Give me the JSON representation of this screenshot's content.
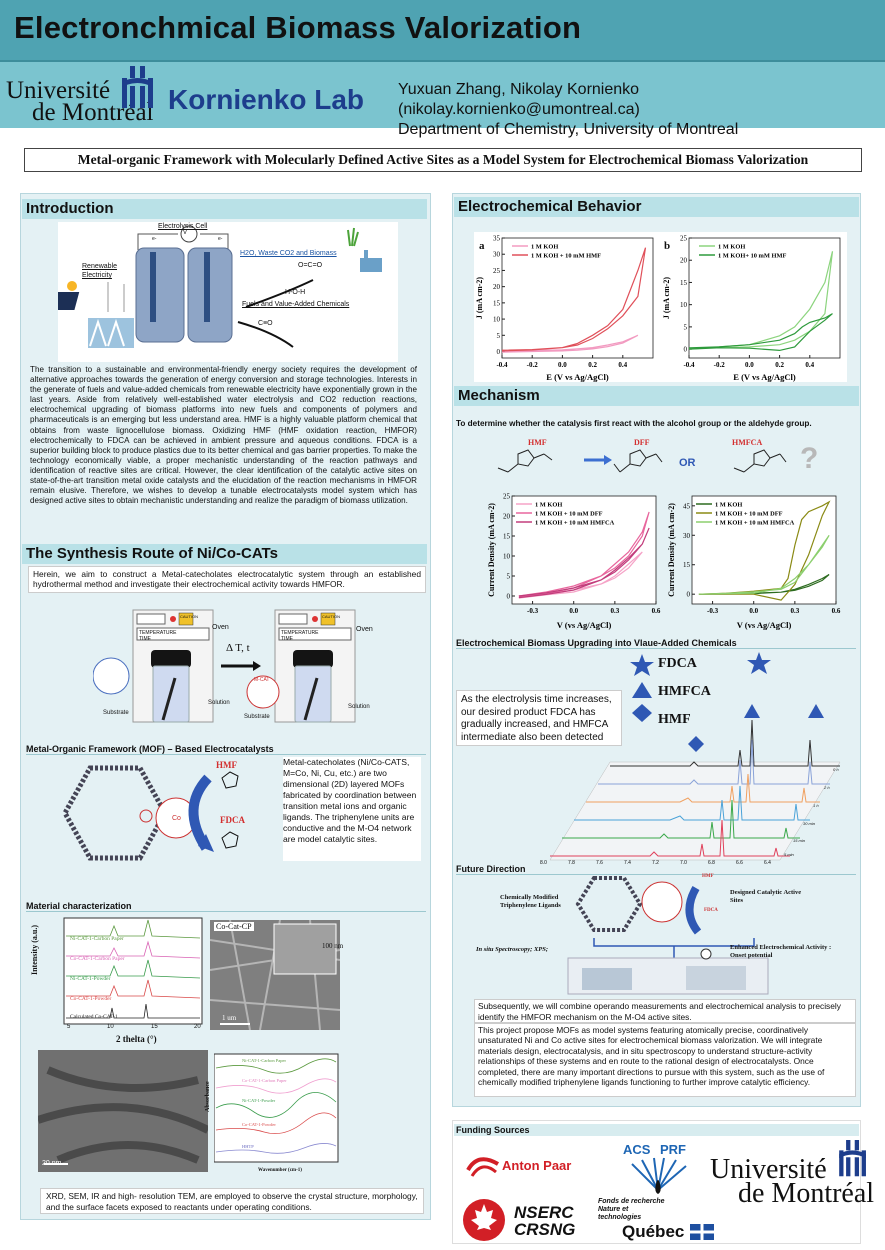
{
  "header": {
    "title": "Electronchmical Biomass Valorization",
    "university_line1": "Université",
    "university_line2": "de Montréal",
    "lab_name": "Kornienko Lab",
    "authors_line1": "Yuxuan Zhang, Nikolay Kornienko (nikolay.kornienko@umontreal.ca)",
    "authors_line2": "Department of Chemistry, University of Montreal"
  },
  "subtitle": "Metal-organic Framework with Molecularly Defined Active Sites as a Model System for Electrochemical Biomass Valorization",
  "introduction": {
    "heading": "Introduction",
    "diagram": {
      "electrolysis_cell": "Electrolysis Cell",
      "renewable_electricity": "Renewable Electricity",
      "inputs": "H2O, Waste CO2 and Biomass",
      "outputs": "Fuels and Value-Added Chemicals",
      "voltmeter": "V",
      "electron_left": "e-",
      "electron_right": "e-",
      "o_c_o": "O=C=O",
      "water": "H-O-H",
      "co": "C≡O"
    },
    "paragraph": "The transition to a sustainable and environmental-friendly energy society requires the development of alternative approaches towards the generation of energy conversion and storage technologies. Interests in the generate of fuels and value-added chemicals from renewable electricity have exponentially grown in the last years. Aside from relatively well-established water electrolysis and CO2 reduction reactions, electrochemical upgrading of biomass platforms into new fuels and components of polymers and pharmaceuticals is an emerging but less understand area. HMF is a highly valuable platform chemical that obtains from waste lignocellulose biomass. Oxidizing HMF (HMF oxidation reaction, HMFOR) electrochemically to FDCA can be achieved in ambient pressure and aqueous conditions. FDCA is a superior building block to produce plastics due to its better chemical and gas barrier properties. To make the technology economically viable, a proper mechanistic understanding of the reaction pathways and identification of reactive sites are critical. However, the clear identification of the catalytic active sites on state-of-the-art transition metal oxide catalysts and the elucidation of the reaction mechanisms in HMFOR remain elusive. Therefore, we wishes to develop a tunable electrocatalysts model system which has designed active sites to obtain mechanistic understanding and realize the paradigm of biomass utilization."
  },
  "synthesis": {
    "heading": "The Synthesis Route of Ni/Co-CATs",
    "intro": "Herein, we aim to construct a Metal-catecholates electrocatalytic system through an established hydrothermal method and investigate their electrochemical activity towards HMFOR.",
    "oven": "Oven",
    "caution": "CAUTION",
    "temperature": "TEMPERATURE",
    "time": "TIME",
    "solution": "Solution",
    "substrate": "Substrate",
    "arrow_label": "Δ T, t",
    "mcat": "M-CAT"
  },
  "mof": {
    "heading": "Metal-Organic Framework (MOF) – Based Electrocatalysts",
    "hmf": "HMF",
    "fdca": "FDCA",
    "co_label": "Co",
    "text": "Metal-catecholates (Ni/Co-CATS, M=Co, Ni, Cu, etc.) are two dimensional (2D) layered MOFs fabricated by coordination between transition metal ions and organic ligands. The triphenylene units are conductive and the M-O4 network are model catalytic sites."
  },
  "material": {
    "heading": "Material characterization",
    "xrd_ylabel": "Intensity (a.u.)",
    "xrd_xlabel": "2 thelta (°)",
    "xrd_series": [
      "Ni-CAT-1-Carbon Paper",
      "Co-CAT-1-Carbon Paper",
      "Ni-CAT-1-Powder",
      "Co-CAT-1-Powder",
      "Calculated Co-CAT-1"
    ],
    "xrd_ticks": [
      "5",
      "10",
      "15",
      "20"
    ],
    "sem_label": "Co-Cat-CP",
    "sem_scale": "1 um",
    "sem_inset_scale": "100 nm",
    "tem_scale": "20 nm",
    "ir_ylabel": "Absorbance",
    "ir_xlabel": "Wavenumber (cm-1)",
    "ir_series": [
      "Ni-CAT-1-Carbon Paper",
      "Co-CAT-1-Carbon Paper",
      "Ni-CAT-1-Powder",
      "Co-CAT-1-Powder",
      "HHTP"
    ],
    "caption": "XRD, SEM, IR and high- resolution TEM, are employed to observe the crystal structure, morphology, and the surface facets exposed to reactants under operating conditions."
  },
  "electrochem": {
    "heading": "Electrochemical Behavior",
    "panel_a": "a",
    "panel_b": "b",
    "ylabel": "J (mA cm-2)",
    "xlabel": "E (V vs Ag/AgCl)",
    "legend_a": [
      "1 M KOH",
      "1 M KOH + 10 mM HMF"
    ],
    "legend_b": [
      "1 M KOH",
      "1 M KOH+ 10 mM HMF"
    ]
  },
  "mechanism": {
    "heading": "Mechanism",
    "question": "To determine whether the catalysis first react with the alcohol group or the aldehyde group.",
    "hmf": "HMF",
    "dff": "DFF",
    "or": "OR",
    "hmfca": "HMFCA",
    "qmark": "?",
    "ylabel": "Current Density (mA cm-2)",
    "xlabel": "V (vs Ag/AgCl)",
    "legend_left": [
      "1 M KOH",
      "1 M KOH + 10 mM DFF",
      "1 M KOH + 10 mM HMFCA"
    ],
    "legend_right": [
      "1 M KOH",
      "1 M KOH + 10 mM DFF",
      "1 M KOH + 10 mM HMFCA"
    ]
  },
  "upgrading": {
    "heading": "Electrochemical Biomass Upgrading into Vlaue-Added Chemicals",
    "legend": [
      "FDCA",
      "HMFCA",
      "HMF"
    ],
    "text": "As the electrolysis time increases, our desired product FDCA has gradually increased, and HMFCA intermediate also been detected",
    "time_labels": [
      "0 h",
      "2 h",
      "1 h",
      "30 min",
      "15 min",
      "5 min"
    ],
    "x_ticks": [
      "8.0",
      "7.8",
      "7.6",
      "7.4",
      "7.2",
      "7.0",
      "6.8",
      "6.6",
      "6.4"
    ]
  },
  "future": {
    "heading": "Future Direction",
    "ligands": "Chemically Modified Triphenylene Ligands",
    "active_sites": "Designed Catalytic Active Sites",
    "spectroscopy": "In situ Spectroscopy; XPS;",
    "enhanced": "Enhanced Electrochemical Activity : Onset potential",
    "hmf": "HMF",
    "fdca": "FDCA",
    "text1": "Subsequently, we will combine operando measurements and electrochemical analysis to precisely identify the HMFOR mechanism on the M-O4 active sites.",
    "text2": "This project propose MOFs as model systems featuring atomically precise, coordinatively unsaturated Ni and Co active sites for electrochemical biomass valorization. We will integrate materials design, electrocatalysis, and in situ spectroscopy to understand structure-activity relationships of these systems and en route to the rational design of electrocatalysts. Once completed, there are many important directions to pursue with this system, such as the use of chemically modified triphenylene ligands functioning to further improve catalytic efficiency."
  },
  "funding": {
    "heading": "Funding Sources",
    "anton_paar": "Anton Paar",
    "acs": "ACS",
    "prf": "PRF",
    "udem1": "Université",
    "udem2": "de Montréal",
    "nserc": "NSERC",
    "crsng": "CRSNG",
    "frq1": "Fonds de recherche",
    "frq2": "Nature et",
    "frq3": "technologies",
    "quebec": "Québec"
  },
  "chart_data": [
    {
      "type": "line",
      "title": "a",
      "xlabel": "E (V vs Ag/AgCl)",
      "ylabel": "J (mA cm-2)",
      "xlim": [
        -0.4,
        0.6
      ],
      "ylim": [
        -2,
        35
      ],
      "x_ticks": [
        -0.4,
        -0.2,
        0.0,
        0.2,
        0.4
      ],
      "y_ticks": [
        0,
        5,
        10,
        15,
        20,
        25,
        30,
        35
      ],
      "series": [
        {
          "name": "1 M KOH",
          "color": "#f29ac0",
          "x": [
            -0.4,
            -0.2,
            0.0,
            0.1,
            0.2,
            0.3,
            0.4,
            0.5,
            0.5,
            0.4,
            0.3,
            0.2,
            0.1,
            0.0,
            -0.2,
            -0.4
          ],
          "y": [
            0.2,
            0.3,
            0.5,
            0.8,
            1.2,
            2.0,
            3.0,
            5.0,
            5.0,
            2.6,
            1.5,
            0.8,
            0.4,
            0.2,
            0.0,
            -0.2
          ]
        },
        {
          "name": "1 M KOH + 10 mM HMF",
          "color": "#e0505a",
          "x": [
            -0.4,
            -0.2,
            0.0,
            0.1,
            0.2,
            0.3,
            0.4,
            0.5,
            0.55,
            0.5,
            0.4,
            0.3,
            0.2,
            0.1,
            0.0,
            -0.2,
            -0.4
          ],
          "y": [
            0.4,
            0.6,
            1.2,
            2.0,
            4.0,
            7.0,
            11.0,
            17.0,
            32.0,
            25.0,
            13.0,
            8.0,
            5.0,
            2.5,
            1.2,
            0.5,
            0.2
          ]
        }
      ]
    },
    {
      "type": "line",
      "title": "b",
      "xlabel": "E (V vs Ag/AgCl)",
      "ylabel": "J (mA cm-2)",
      "xlim": [
        -0.4,
        0.6
      ],
      "ylim": [
        -2,
        25
      ],
      "x_ticks": [
        -0.4,
        -0.2,
        0.0,
        0.2,
        0.4
      ],
      "y_ticks": [
        0,
        5,
        10,
        15,
        20,
        25
      ],
      "series": [
        {
          "name": "1 M KOH",
          "color": "#8cd47e",
          "x": [
            -0.4,
            -0.2,
            0.0,
            0.2,
            0.3,
            0.4,
            0.5,
            0.55,
            0.5,
            0.4,
            0.3,
            0.2,
            0.0,
            -0.2,
            -0.4
          ],
          "y": [
            0.2,
            0.3,
            0.5,
            1.0,
            2.0,
            4.0,
            8.0,
            22.0,
            15.0,
            9.0,
            5.0,
            3.0,
            1.0,
            0.5,
            0.0
          ]
        },
        {
          "name": "1 M KOH+ 10 mM HMF",
          "color": "#2e9a3c",
          "x": [
            -0.4,
            -0.2,
            0.0,
            0.2,
            0.3,
            0.35,
            0.4,
            0.5,
            0.55,
            0.5,
            0.4,
            0.3,
            0.2,
            0.0,
            -0.2,
            -0.4
          ],
          "y": [
            0.3,
            0.5,
            1.0,
            2.0,
            3.5,
            5.0,
            6.0,
            7.0,
            8.0,
            6.5,
            4.0,
            0.5,
            -0.3,
            0.2,
            0.3,
            0.0
          ]
        }
      ]
    },
    {
      "type": "line",
      "title": "",
      "xlabel": "V (vs Ag/AgCl)",
      "ylabel": "Current Density (mA cm-2)",
      "xlim": [
        -0.45,
        0.6
      ],
      "ylim": [
        -2,
        25
      ],
      "x_ticks": [
        -0.3,
        0.0,
        0.3,
        0.6
      ],
      "y_ticks": [
        0,
        5,
        10,
        15,
        20,
        25
      ],
      "series": [
        {
          "name": "1 M KOH",
          "color": "#f5a3c7",
          "x": [
            -0.4,
            -0.2,
            0.0,
            0.2,
            0.3,
            0.4,
            0.5,
            0.5,
            0.4,
            0.3,
            0.2,
            0.0,
            -0.2,
            -0.4
          ],
          "y": [
            0.0,
            0.5,
            1.5,
            3.0,
            4.5,
            7.0,
            11.0,
            11.0,
            8.0,
            5.0,
            3.0,
            1.0,
            0.3,
            -0.5
          ]
        },
        {
          "name": "1 M KOH + 10 mM DFF",
          "color": "#e8669d",
          "x": [
            -0.4,
            -0.2,
            0.0,
            0.2,
            0.3,
            0.4,
            0.5,
            0.55,
            0.5,
            0.4,
            0.3,
            0.2,
            0.0,
            -0.2,
            -0.4
          ],
          "y": [
            0.0,
            1.0,
            2.5,
            5.0,
            7.0,
            10.0,
            15.0,
            21.0,
            16.0,
            11.0,
            8.0,
            5.0,
            2.0,
            0.6,
            -0.3
          ]
        },
        {
          "name": "1 M KOH + 10 mM HMFCA",
          "color": "#c23d7c",
          "x": [
            -0.4,
            -0.2,
            0.0,
            0.2,
            0.3,
            0.4,
            0.5,
            0.55,
            0.5,
            0.4,
            0.3,
            0.2,
            0.0,
            -0.2,
            -0.4
          ],
          "y": [
            0.0,
            0.8,
            2.0,
            4.0,
            6.0,
            9.0,
            13.0,
            17.0,
            13.0,
            9.5,
            6.5,
            4.0,
            1.5,
            0.4,
            -0.4
          ]
        }
      ]
    },
    {
      "type": "line",
      "title": "",
      "xlabel": "V (vs Ag/AgCl)",
      "ylabel": "Current Density (mA cm-2)",
      "xlim": [
        -0.45,
        0.6
      ],
      "ylim": [
        -5,
        50
      ],
      "x_ticks": [
        -0.3,
        0.0,
        0.3,
        0.6
      ],
      "y_ticks": [
        0,
        15,
        30,
        45
      ],
      "series": [
        {
          "name": "1 M KOH",
          "color": "#2c6b1f",
          "x": [
            -0.4,
            -0.2,
            0.0,
            0.2,
            0.3,
            0.4,
            0.5,
            0.55,
            0.5,
            0.4,
            0.3,
            0.2,
            0.0,
            -0.2,
            -0.4
          ],
          "y": [
            0.0,
            0.2,
            0.5,
            1.0,
            2.5,
            5.0,
            8.0,
            10.0,
            7.0,
            4.0,
            2.0,
            1.0,
            0.3,
            0.1,
            0.0
          ]
        },
        {
          "name": "1 M KOH + 10 mM DFF",
          "color": "#8a8a14",
          "x": [
            -0.4,
            -0.2,
            0.0,
            0.2,
            0.25,
            0.3,
            0.35,
            0.4,
            0.5,
            0.55,
            0.5,
            0.4,
            0.3,
            0.2,
            0.0,
            -0.4
          ],
          "y": [
            0.0,
            0.5,
            1.5,
            3.0,
            8.0,
            25.0,
            38.0,
            42.0,
            45.0,
            47.0,
            40.0,
            20.0,
            5.0,
            -3.0,
            0.0,
            0.0
          ]
        },
        {
          "name": "1 M KOH + 10 mM HMFCA",
          "color": "#8ccf6e",
          "x": [
            -0.4,
            -0.2,
            0.0,
            0.2,
            0.3,
            0.4,
            0.5,
            0.55,
            0.5,
            0.4,
            0.3,
            0.2,
            0.0,
            -0.4
          ],
          "y": [
            0.0,
            0.4,
            1.2,
            2.5,
            6.0,
            15.0,
            25.0,
            30.0,
            24.0,
            15.0,
            8.0,
            3.0,
            0.5,
            0.0
          ]
        }
      ]
    }
  ]
}
